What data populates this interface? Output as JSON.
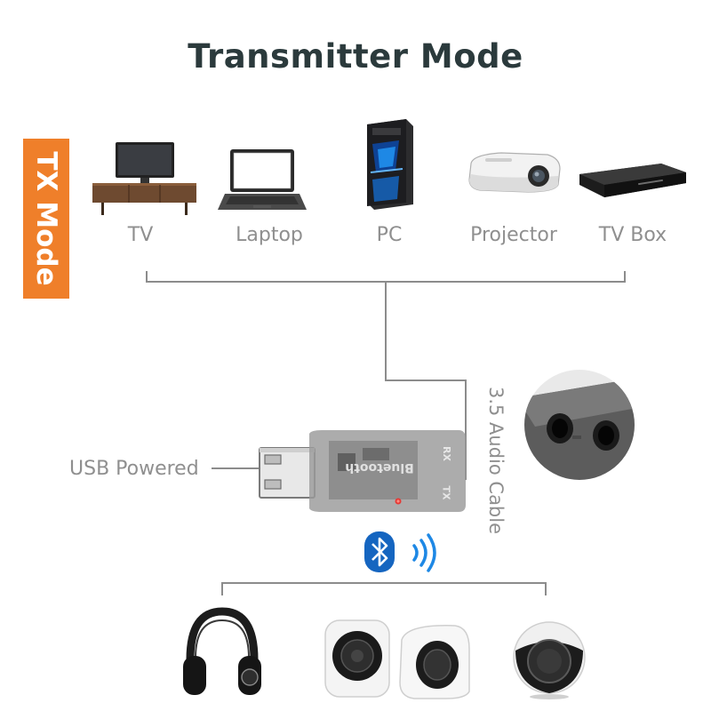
{
  "title": "Transmitter Mode",
  "badge": "TX Mode",
  "sources": [
    {
      "label": "TV"
    },
    {
      "label": "Laptop"
    },
    {
      "label": "PC"
    },
    {
      "label": "Projector"
    },
    {
      "label": "TV Box"
    }
  ],
  "adapter": {
    "usb_label": "USB Powered",
    "cable_label": "3.5 Audio Cable",
    "brand_text": "Bluetooth",
    "rx_text": "RX",
    "tx_text": "TX"
  },
  "outputs": [
    {
      "icon": "headphones-icon"
    },
    {
      "icon": "desktop-speakers-icon"
    },
    {
      "icon": "sphere-speaker-icon"
    }
  ],
  "colors": {
    "badge": "#ef7f2a",
    "bluetooth": "#1565c0",
    "signal": "#1e88e5",
    "label_gray": "#8f8f8f",
    "title": "#2b3a3c"
  }
}
